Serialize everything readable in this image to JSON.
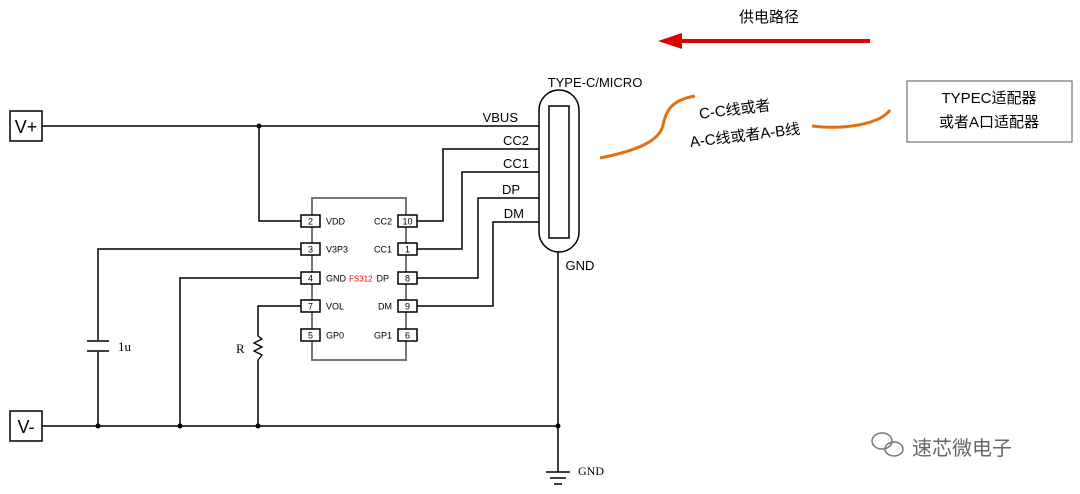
{
  "supply_path_label": "供电路径",
  "connector_label": "TYPE-C/MICRO",
  "signals": [
    "VBUS",
    "CC2",
    "CC1",
    "DP",
    "DM"
  ],
  "gnd_label": "GND",
  "gnd_symbol_label": "GND",
  "vplus_label": "V+",
  "vminus_label": "V-",
  "cable_lines": [
    "C-C线或者",
    "A-C线或者A-B线"
  ],
  "adapter_lines": [
    "TYPEC适配器",
    "或者A口适配器"
  ],
  "capacitor_label": "1u",
  "resistor_label": "R",
  "chip_name": "FS312",
  "chip_left_pins": [
    {
      "num": "2",
      "name": "VDD"
    },
    {
      "num": "3",
      "name": "V3P3"
    },
    {
      "num": "4",
      "name": "GND"
    },
    {
      "num": "7",
      "name": "VOL"
    },
    {
      "num": "5",
      "name": "GP0"
    }
  ],
  "chip_right_pins": [
    {
      "num": "10",
      "name": "CC2"
    },
    {
      "num": "1",
      "name": "CC1"
    },
    {
      "num": "8",
      "name": "DP"
    },
    {
      "num": "9",
      "name": "DM"
    },
    {
      "num": "6",
      "name": "GP1"
    }
  ],
  "watermark": "速芯微电子",
  "colors": {
    "arrow": "#e00000",
    "cable": "#e07010",
    "chip_name": "#e00000",
    "line": "#000000"
  }
}
